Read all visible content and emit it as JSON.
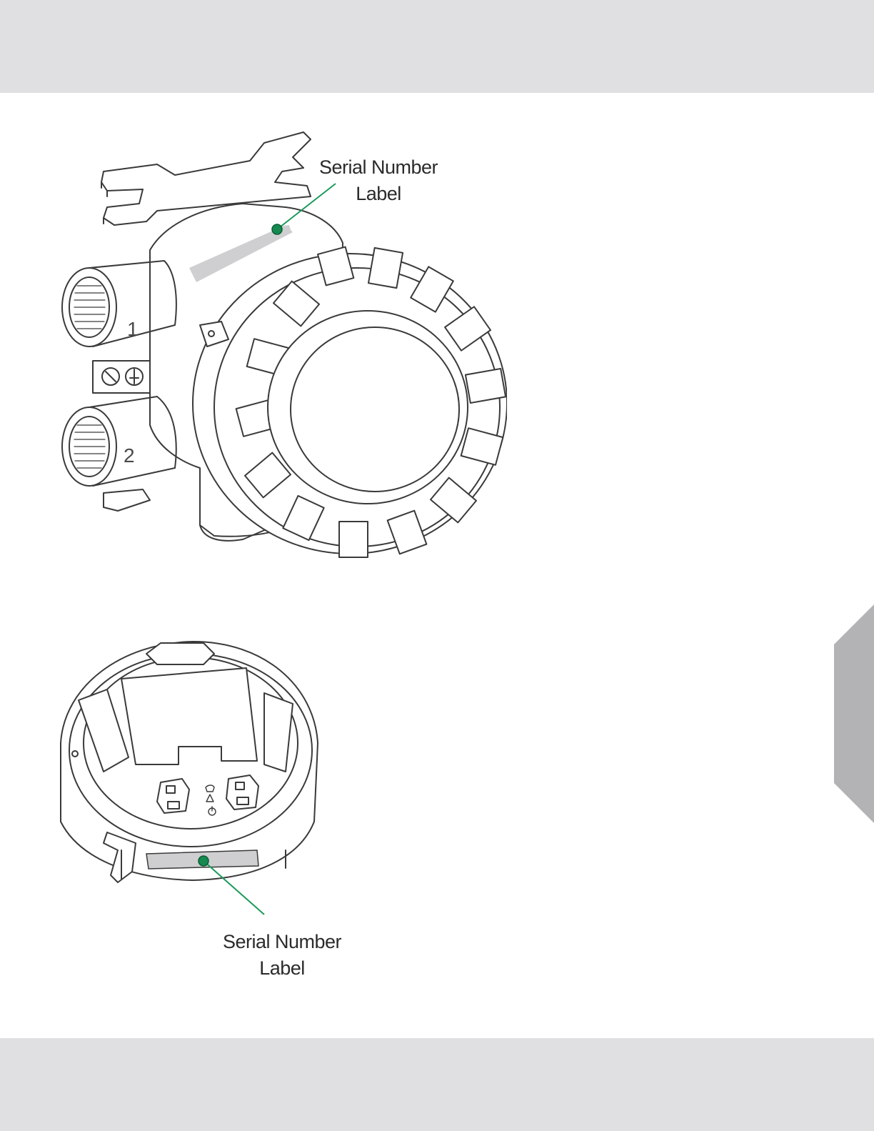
{
  "figure_top": {
    "callout": {
      "line1": "Serial Number",
      "line2": "Label"
    },
    "conduit_labels": [
      "1",
      "2"
    ]
  },
  "figure_bottom": {
    "callout": {
      "line1": "Serial Number",
      "line2": "Label"
    }
  },
  "colors": {
    "band": "#e0e0e2",
    "side_tab": "#b3b3b5",
    "callout_line": "#1a9a5a",
    "callout_dot": "#15894f",
    "label_plate": "#cfcfd1"
  }
}
